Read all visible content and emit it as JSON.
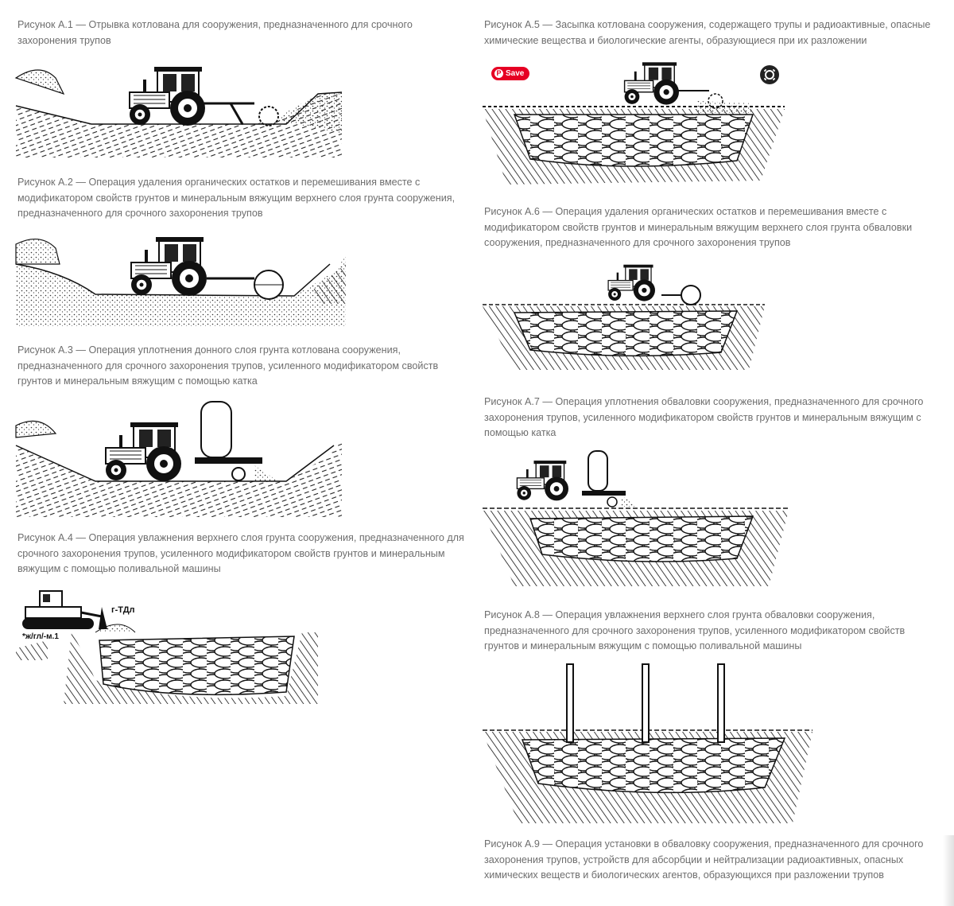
{
  "overlay": {
    "save_label": "Save",
    "pin_icon": "pinterest-icon",
    "lens_icon": "visual-search-icon",
    "brand_color": "#e60023"
  },
  "figures": {
    "a1": {
      "caption": "Рисунок А.1 — Отрывка котлована для сооружения, предназначенного для срочного захоронения трупов"
    },
    "a2": {
      "caption": "Рисунок А.2 — Операция удаления органических остатков и перемешивания вместе с модификатором свойств грунтов и минеральным вяжущим верхнего слоя грунта сооружения, предназначенного для срочного захоронения трупов"
    },
    "a3": {
      "caption": "Рисунок А.3 — Операция уплотнения донного слоя грунта котлована сооружения, предназначенного для срочного захоронения трупов, усиленного модификатором свойств грунтов и минеральным вяжущим с помощью катка"
    },
    "a4": {
      "caption": "Рисунок А.4 — Операция увлажнения верхнего слоя грунта сооружения, предназначенного для срочного захоронения трупов, усиленного модификатором свойств грунтов и минеральным вяжущим с помощью поливальной машины",
      "label_top": "г-ТДл",
      "label_bottom": "*ж/гл/-м.1"
    },
    "a5": {
      "caption": "Рисунок А.5 — Засыпка котлована сооружения, содержащего трупы и радиоактивные, опасные химические вещества и биологические агенты, образующиеся при их разложении"
    },
    "a6": {
      "caption": "Рисунок А.6 — Операция удаления органических остатков и перемешивания вместе с модификатором свойств грунтов и минеральным вяжущим верхнего слоя грунта обваловки сооружения, предназначенного для срочного захоронения трупов"
    },
    "a7": {
      "caption": "Рисунок А.7 — Операция уплотнения обваловки сооружения, предназначенного для срочного захоронения трупов, усиленного модификатором свойств грунтов и минеральным вяжущим с помощью катка"
    },
    "a8": {
      "caption": "Рисунок А.8 — Операция увлажнения верхнего слоя грунта обваловки сооружения, предназначенного для срочного захоронения трупов, усиленного модификатором свойств грунтов и минеральным вяжущим с помощью поливальной машины"
    },
    "a9": {
      "caption": "Рисунок А.9 — Операция установки в обваловку сооружения, предназначенного для срочного захоронения трупов, устройств для абсорбции и нейтрализации радиоактивных, опасных химических веществ и биологических агентов, образующихся при разложении трупов"
    }
  }
}
